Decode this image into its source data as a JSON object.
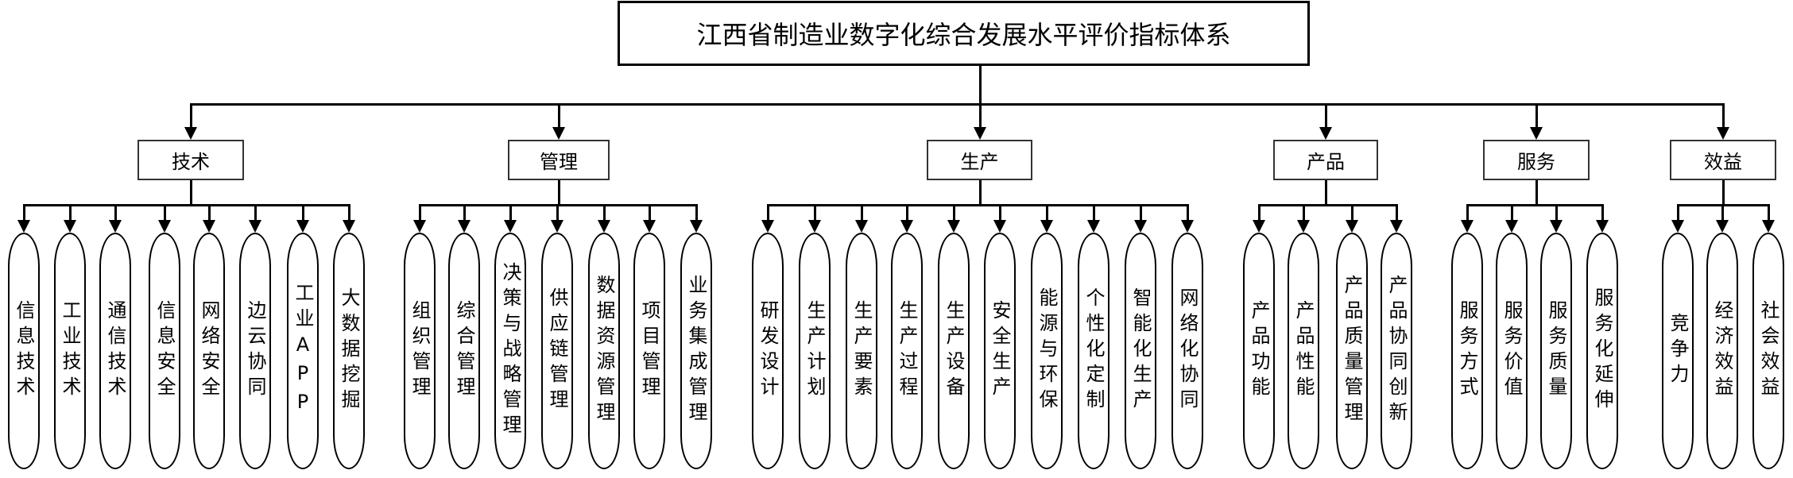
{
  "title": "江西省制造业数字化综合发展水平评价指标体系",
  "categories": [
    {
      "label": "技术",
      "items": [
        "信息技术",
        "工业技术",
        "通信技术",
        "信息安全",
        "网络安全",
        "边云协同",
        "工业APP",
        "大数据挖掘"
      ]
    },
    {
      "label": "管理",
      "items": [
        "组织管理",
        "综合管理",
        "决策与战略管理",
        "供应链管理",
        "数据资源管理",
        "项目管理",
        "业务集成管理"
      ]
    },
    {
      "label": "生产",
      "items": [
        "研发设计",
        "生产计划",
        "生产要素",
        "生产过程",
        "生产设备",
        "安全生产",
        "能源与环保",
        "个性化定制",
        "智能化生产",
        "网络化协同"
      ]
    },
    {
      "label": "产品",
      "items": [
        "产品功能",
        "产品性能",
        "产品质量管理",
        "产品协同创新"
      ]
    },
    {
      "label": "服务",
      "items": [
        "服务方式",
        "服务价值",
        "服务质量",
        "服务化延伸"
      ]
    },
    {
      "label": "效益",
      "items": [
        "竞争力",
        "经济效益",
        "社会效益"
      ]
    }
  ]
}
